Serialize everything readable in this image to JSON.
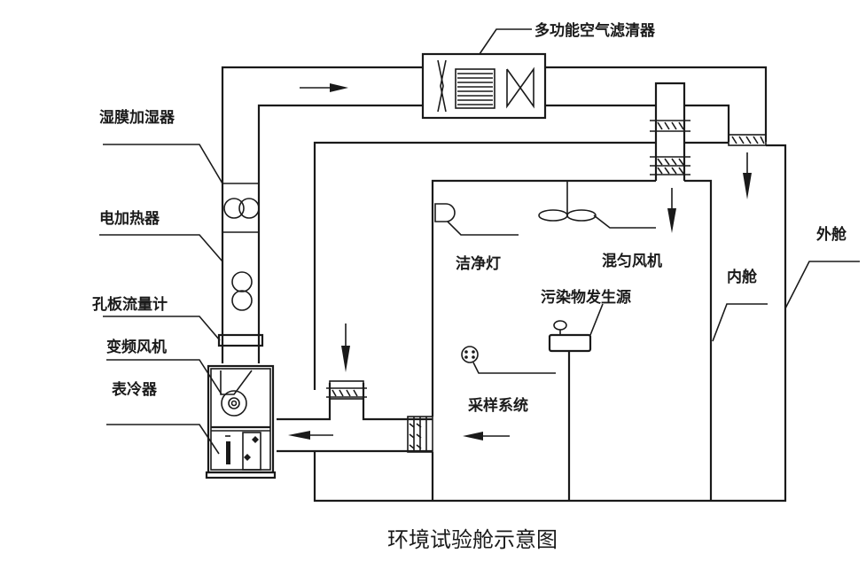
{
  "title": "环境试验舱示意图",
  "labels": {
    "air_filter": "多功能空气滤清器",
    "humidifier": "湿膜加湿器",
    "heater": "电加热器",
    "flowmeter": "孔板流量计",
    "vfd_fan": "变频风机",
    "cooler": "表冷器",
    "clean_lamp": "洁净灯",
    "mixing_fan": "混匀风机",
    "pollutant_source": "污染物发生源",
    "sampling_system": "采样系统",
    "inner_cabin": "内舱",
    "outer_cabin": "外舱"
  },
  "colors": {
    "line": "#1a1a1a",
    "background": "#ffffff"
  }
}
